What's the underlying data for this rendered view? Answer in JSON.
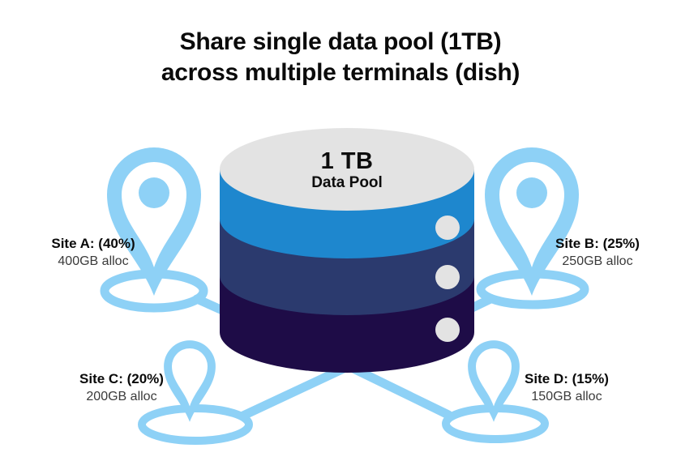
{
  "title": {
    "line1": "Share single data pool (1TB)",
    "line2": "across multiple terminals (dish)"
  },
  "pool": {
    "size": "1 TB",
    "name": "Data Pool",
    "total_tb": 1
  },
  "sites": [
    {
      "id": "A",
      "name": "Site A: (40%)",
      "alloc": "400GB alloc",
      "percent": 40,
      "gb": 400,
      "position": "top-left"
    },
    {
      "id": "B",
      "name": "Site B: (25%)",
      "alloc": "250GB alloc",
      "percent": 25,
      "gb": 250,
      "position": "top-right"
    },
    {
      "id": "C",
      "name": "Site C: (20%)",
      "alloc": "200GB alloc",
      "percent": 20,
      "gb": 200,
      "position": "bottom-left"
    },
    {
      "id": "D",
      "name": "Site D: (15%)",
      "alloc": "150GB alloc",
      "percent": 15,
      "gb": 150,
      "position": "bottom-right"
    }
  ],
  "icons": {
    "cylinder": "database-cylinder-icon",
    "pins": "location-pin-icon"
  },
  "colors": {
    "pin_blue": "#8ED1F6",
    "layer_top_gray": "#E3E3E3",
    "layer_blue": "#1E87CE",
    "layer_navy": "#2B3A6E",
    "layer_dark": "#1E0C47",
    "text_black": "#0A0A0A",
    "text_gray": "#3A3A3A",
    "background": "#FFFFFF"
  }
}
